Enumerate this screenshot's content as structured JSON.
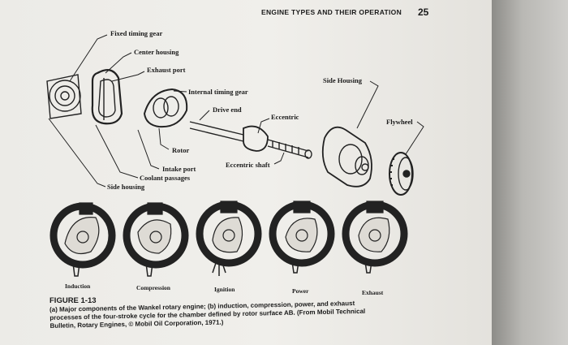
{
  "page": {
    "running_header": "ENGINE TYPES AND THEIR OPERATION",
    "page_number": "25"
  },
  "figure_a": {
    "labels": {
      "fixed_timing_gear": "Fixed timing gear",
      "center_housing": "Center housing",
      "exhaust_port": "Exhaust port",
      "internal_timing_gear": "Internal timing gear",
      "drive_end": "Drive end",
      "eccentric": "Eccentric",
      "side_housing_right": "Side Housing",
      "flywheel": "Flywheel",
      "rotor": "Rotor",
      "eccentric_shaft": "Eccentric shaft",
      "intake_port": "Intake port",
      "coolant_passages": "Coolant passages",
      "side_housing_left": "Side housing"
    }
  },
  "figure_b": {
    "cycle_labels": [
      "Induction",
      "Compression",
      "Ignition",
      "Power",
      "Exhaust"
    ]
  },
  "caption": {
    "title": "FIGURE 1-13",
    "line1": "(a) Major components of the Wankel rotary engine; (b) induction, compression, power, and exhaust",
    "line2": "processes of the four-stroke cycle for the chamber defined by rotor surface AB. (From Mobil Technical",
    "line3": "Bulletin, Rotary Engines, © Mobil Oil Corporation, 1971.)"
  }
}
